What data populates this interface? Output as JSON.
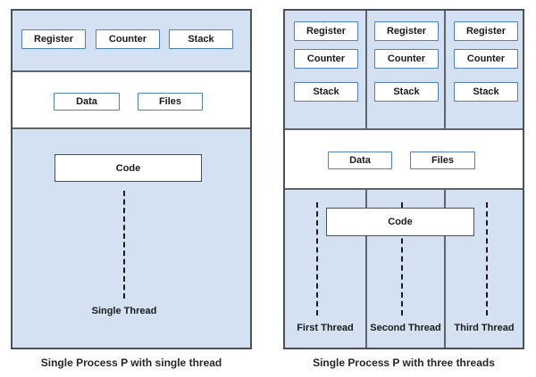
{
  "colors": {
    "panel_fill": "#d4e1f2",
    "small_box_border": "#4f81bd",
    "outline": "#4d5157",
    "divider": "#5f646b",
    "dashed_thread_line": "#1c1c1c",
    "text": "#1a1a1a"
  },
  "left_diagram": {
    "caption": "Single Process P with single thread",
    "register_label": "Register",
    "counter_label": "Counter",
    "stack_label": "Stack",
    "data_label": "Data",
    "files_label": "Files",
    "code_label": "Code",
    "thread_label": "Single Thread"
  },
  "right_diagram": {
    "caption": "Single Process P with three threads",
    "columns": [
      {
        "register_label": "Register",
        "counter_label": "Counter",
        "stack_label": "Stack",
        "thread_label": "First Thread"
      },
      {
        "register_label": "Register",
        "counter_label": "Counter",
        "stack_label": "Stack",
        "thread_label": "Second Thread"
      },
      {
        "register_label": "Register",
        "counter_label": "Counter",
        "stack_label": "Stack",
        "thread_label": "Third Thread"
      }
    ],
    "data_label": "Data",
    "files_label": "Files",
    "code_label": "Code"
  }
}
